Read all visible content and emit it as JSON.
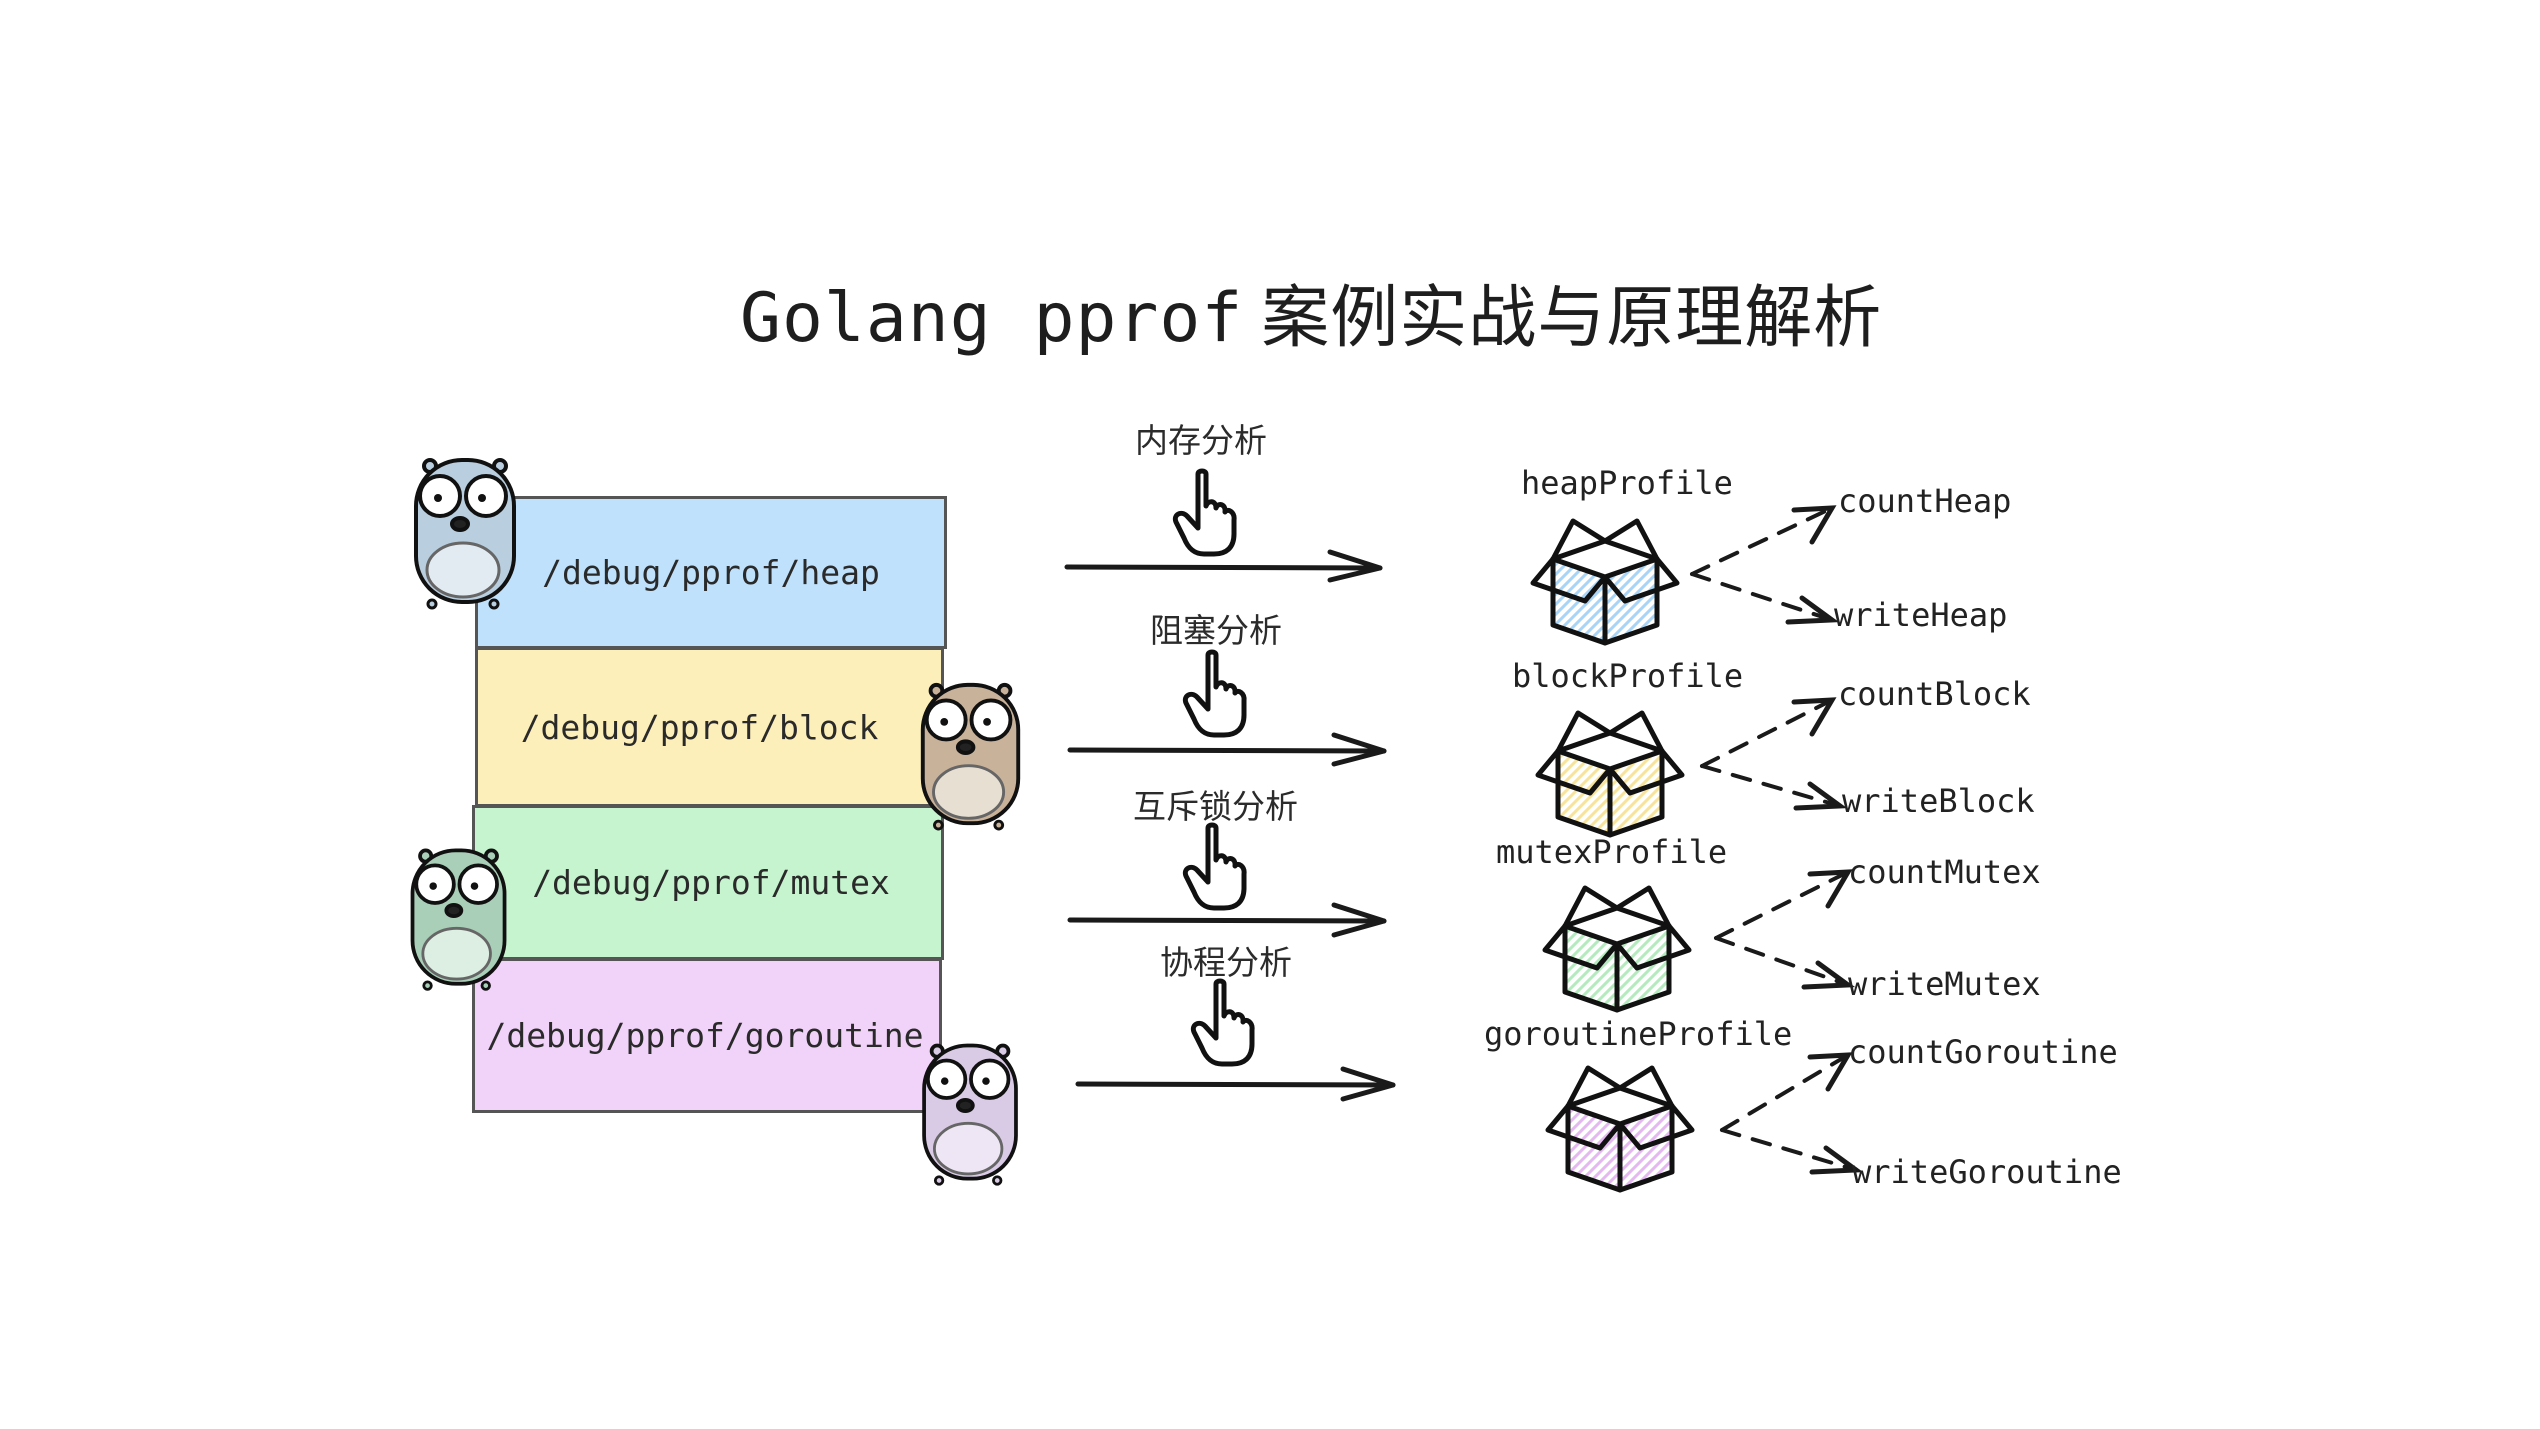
{
  "title": {
    "latin": "Golang pprof",
    "chinese": "案例实战与原理解析"
  },
  "endpoints": [
    {
      "path": "/debug/pprof/heap",
      "color": "#bfe1fb"
    },
    {
      "path": "/debug/pprof/block",
      "color": "#fdefb9"
    },
    {
      "path": "/debug/pprof/mutex",
      "color": "#c6f4cf"
    },
    {
      "path": "/debug/pprof/goroutine",
      "color": "#f1d2f8"
    }
  ],
  "analyses": [
    {
      "label": "内存分析",
      "icon": "pointing-hand-icon"
    },
    {
      "label": "阻塞分析",
      "icon": "pointing-hand-icon"
    },
    {
      "label": "互斥锁分析",
      "icon": "pointing-hand-icon"
    },
    {
      "label": "协程分析",
      "icon": "pointing-hand-icon"
    }
  ],
  "profiles": [
    {
      "name": "heapProfile",
      "count": "countHeap",
      "write": "writeHeap",
      "color": "#a9d4f5",
      "icon": "box-icon"
    },
    {
      "name": "blockProfile",
      "count": "countBlock",
      "write": "writeBlock",
      "color": "#f8e39a",
      "icon": "box-icon"
    },
    {
      "name": "mutexProfile",
      "count": "countMutex",
      "write": "writeMutex",
      "color": "#b4ebbd",
      "icon": "box-icon"
    },
    {
      "name": "goroutineProfile",
      "count": "countGoroutine",
      "write": "writeGoroutine",
      "color": "#e4b9f0",
      "icon": "box-icon"
    }
  ],
  "gophers": [
    {
      "name": "blue-gopher",
      "body": "#b9cfe0",
      "belly": "#e3ebf2"
    },
    {
      "name": "brown-gopher",
      "body": "#c9b29a",
      "belly": "#e8dfd3"
    },
    {
      "name": "green-gopher",
      "body": "#a9cfb8",
      "belly": "#dcefe2"
    },
    {
      "name": "purple-gopher",
      "body": "#d9cbe6",
      "belly": "#eee6f4"
    }
  ]
}
